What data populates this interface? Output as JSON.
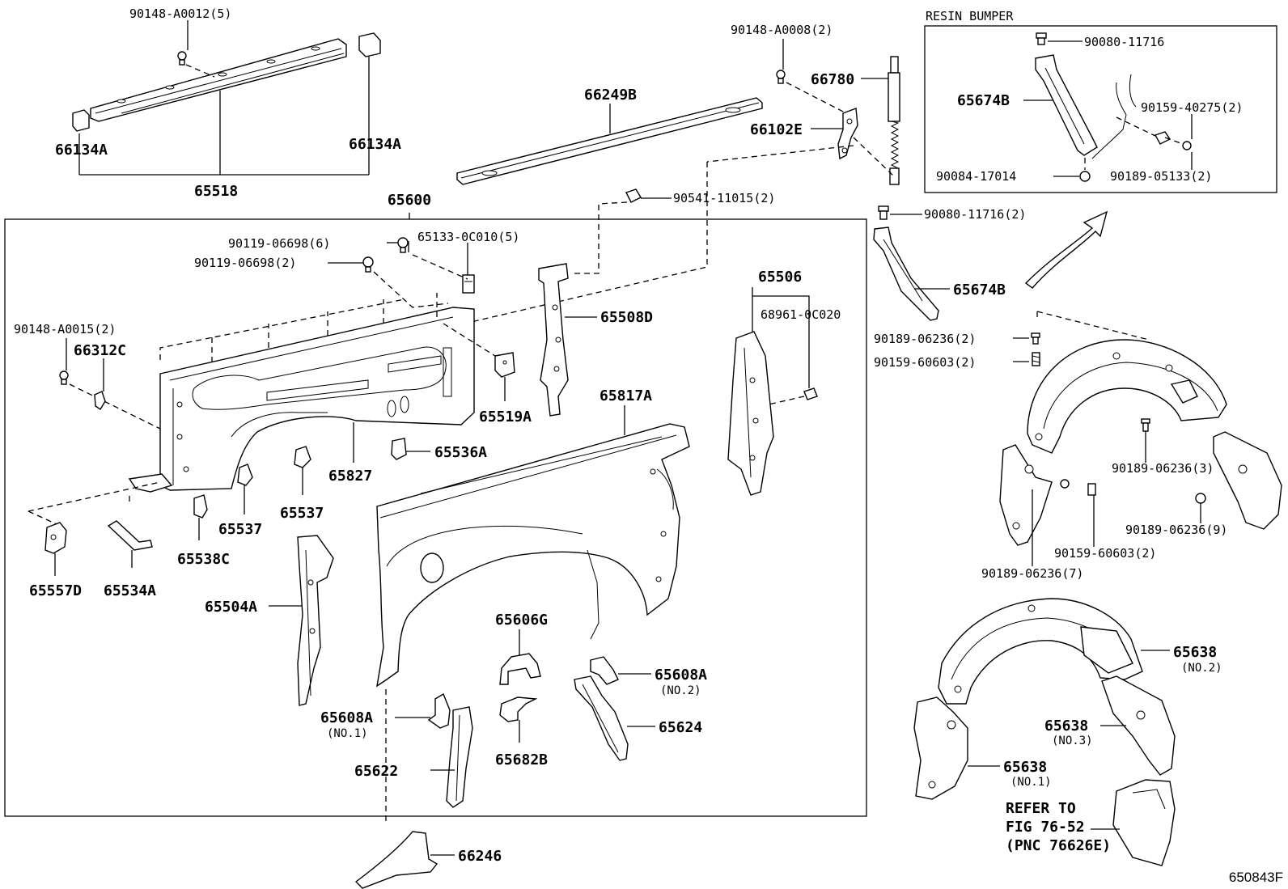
{
  "diagram": {
    "figure_code": "650843F",
    "inset_title": "RESIN BUMPER",
    "assembly_no": "65600",
    "refer_note": [
      "REFER TO",
      "FIG 76-52",
      "(PNC 76626E)"
    ],
    "labels": {
      "p90148_a0012": "90148-A0012(5)",
      "p66134a_l": "66134A",
      "p66134a_r": "66134A",
      "p65518": "65518",
      "p66249b": "66249B",
      "p90148_a0008": "90148-A0008(2)",
      "p66780": "66780",
      "p66102e": "66102E",
      "p90541": "90541-11015(2)",
      "p90080_in": "90080-11716",
      "p65674b_in": "65674B",
      "p90159_40275": "90159-40275(2)",
      "p90084": "90084-17014",
      "p90189_05133": "90189-05133(2)",
      "p90080_out": "90080-11716(2)",
      "p65674b_out": "65674B",
      "p90119_a": "90119-06698(6)",
      "p90119_b": "90119-06698(2)",
      "p65133": "65133-0C010(5)",
      "p90148_a0015": "90148-A0015(2)",
      "p66312c": "66312C",
      "p65508d": "65508D",
      "p65506": "65506",
      "p68961": "68961-0C020",
      "p65519a": "65519A",
      "p65817a": "65817A",
      "p65536a": "65536A",
      "p65827": "65827",
      "p65537_a": "65537",
      "p65537_b": "65537",
      "p65538c": "65538C",
      "p65557d": "65557D",
      "p65534a": "65534A",
      "p65504a": "65504A",
      "p65606g": "65606G",
      "p65608a_r": "65608A",
      "p65608a_r_sub": "(NO.2)",
      "p65608a_l": "65608A",
      "p65608a_l_sub": "(NO.1)",
      "p65624": "65624",
      "p65682b": "65682B",
      "p65622": "65622",
      "p66246": "66246",
      "p90189_06236_2": "90189-06236(2)",
      "p90159_60603_2a": "90159-60603(2)",
      "p90189_06236_3": "90189-06236(3)",
      "p90189_06236_9": "90189-06236(9)",
      "p90159_60603_2b": "90159-60603(2)",
      "p90189_06236_7": "90189-06236(7)",
      "p65638_no2": "65638",
      "p65638_no2_sub": "(NO.2)",
      "p65638_no3": "65638",
      "p65638_no3_sub": "(NO.3)",
      "p65638_no1": "65638",
      "p65638_no1_sub": "(NO.1)"
    }
  }
}
